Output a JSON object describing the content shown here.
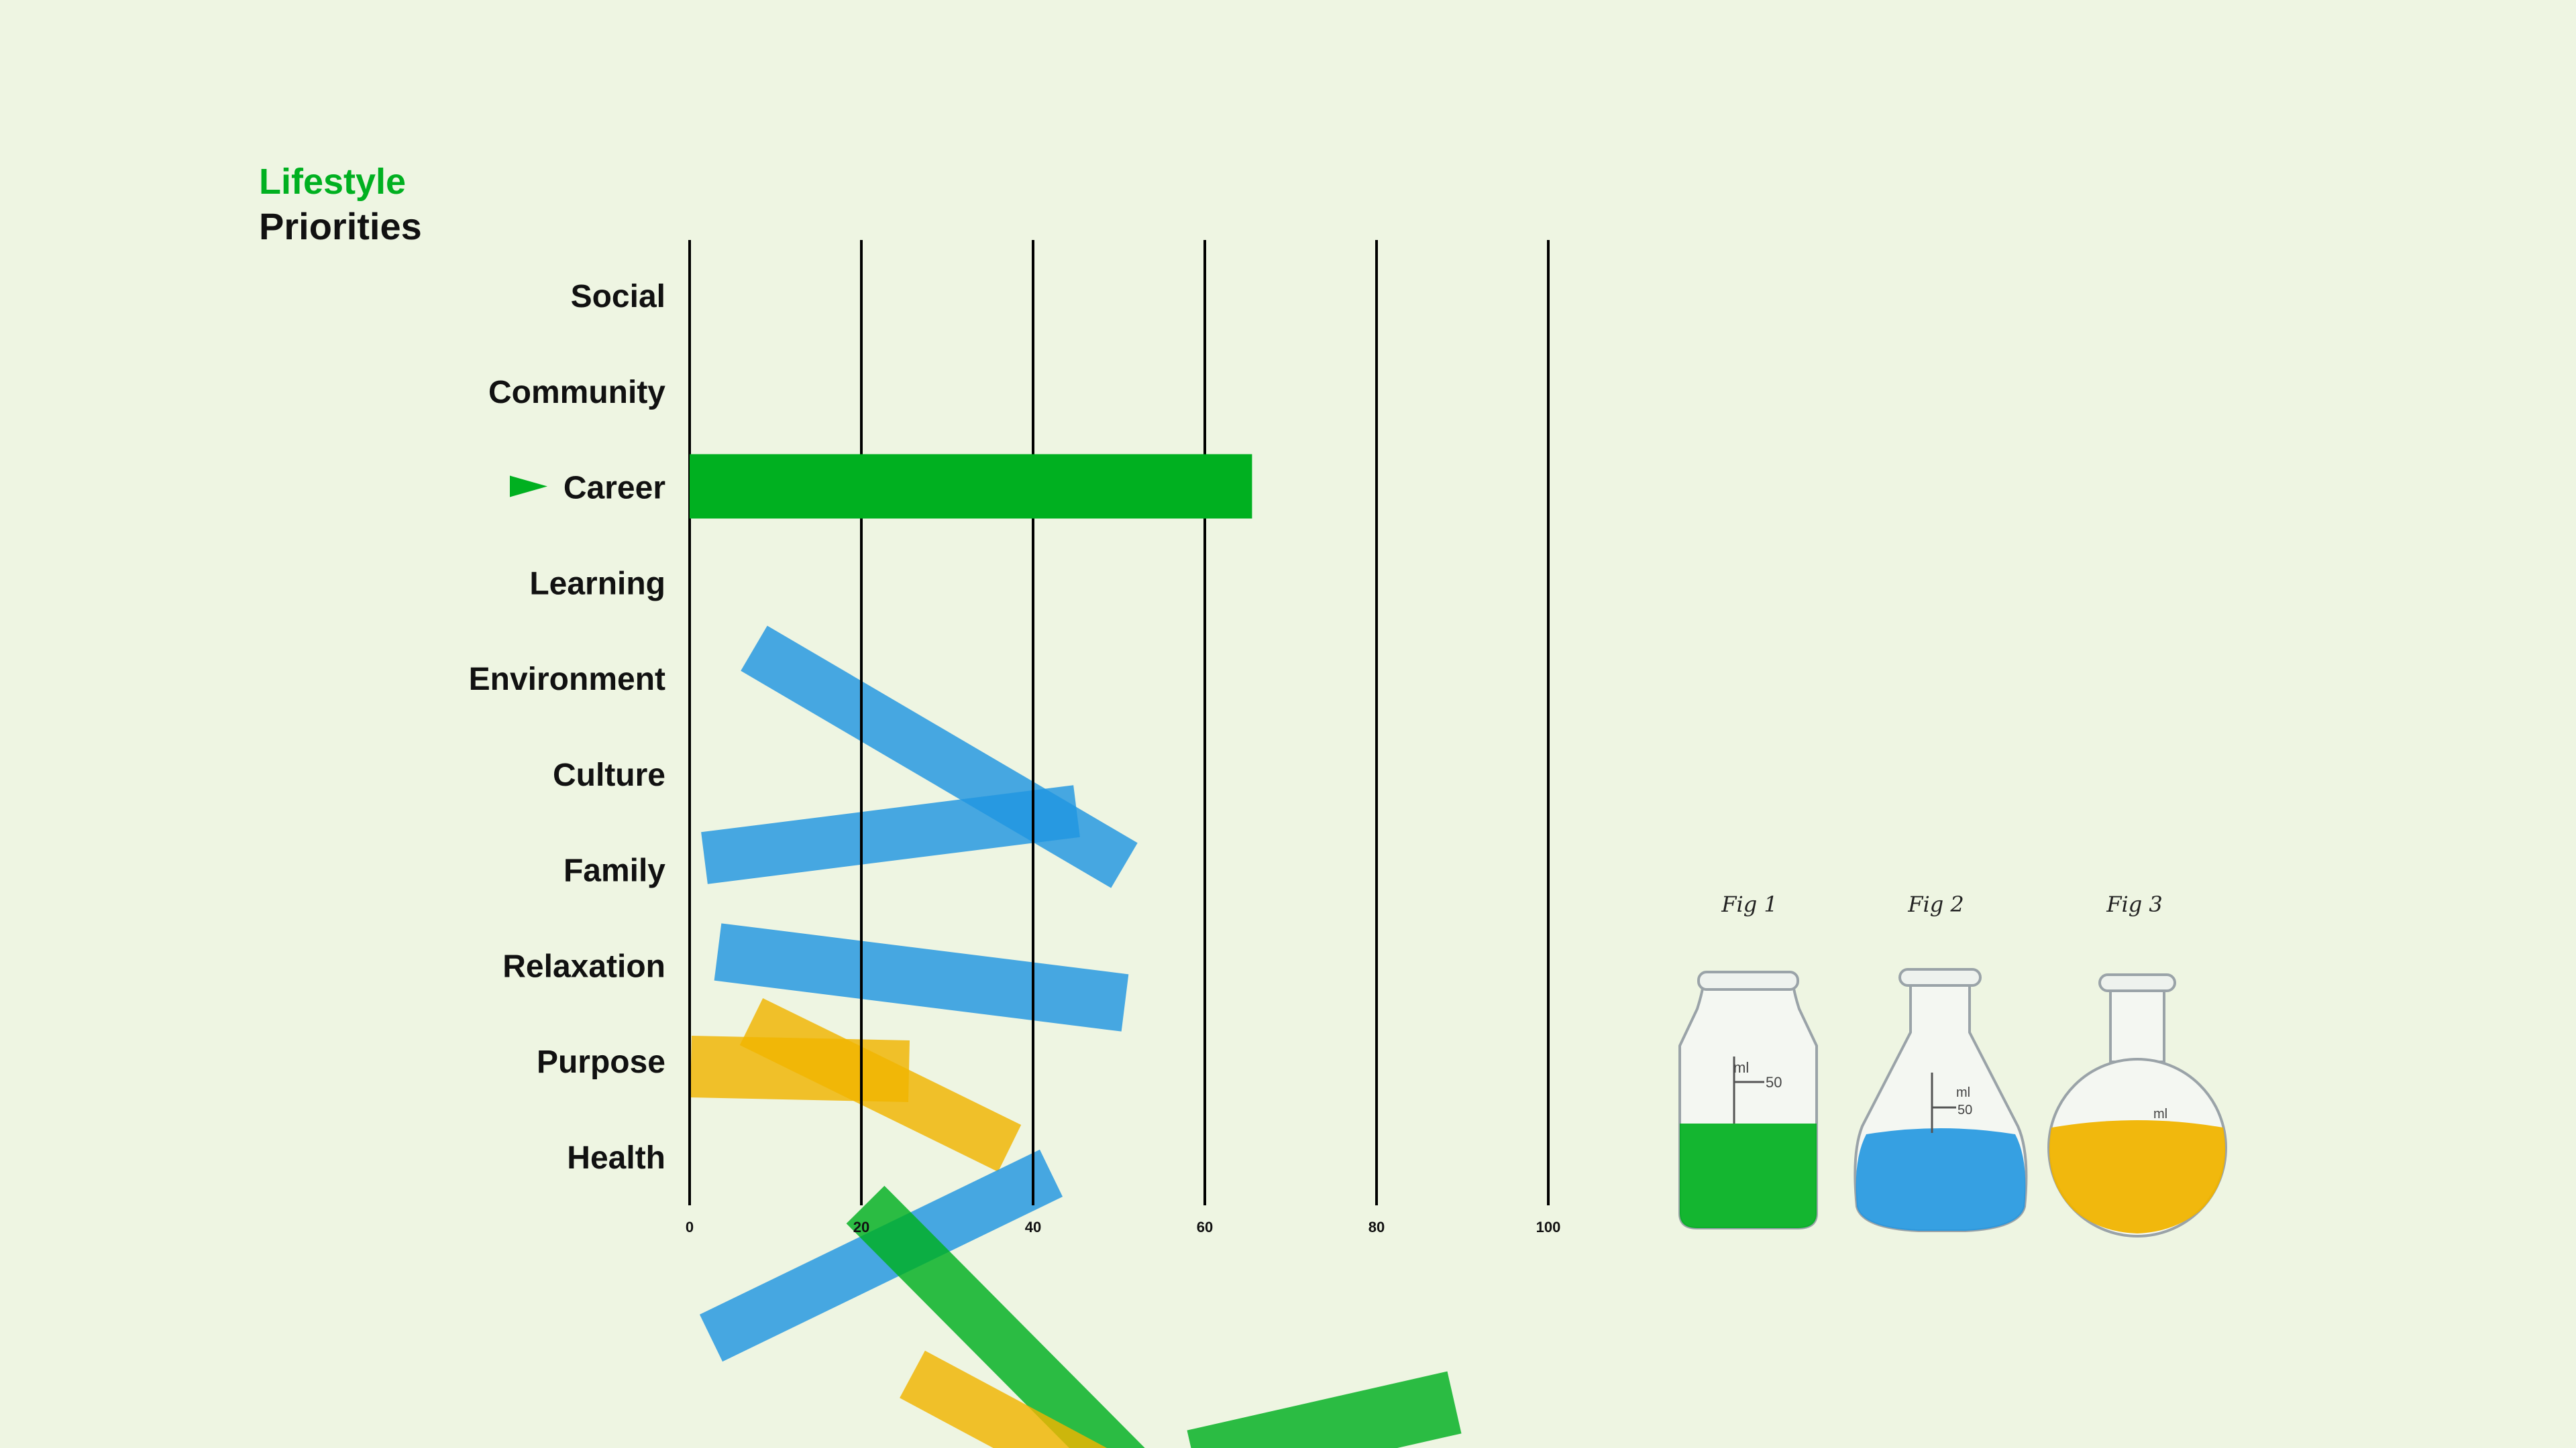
{
  "title": {
    "line1": "Lifestyle",
    "line2": "Priorities"
  },
  "colors": {
    "background": "#eef5e2",
    "green": "#00b020",
    "blue": "#2196e0",
    "yellow": "#f0b400",
    "gridline": "#000000",
    "text": "#111111"
  },
  "chart_data": {
    "type": "bar",
    "orientation": "horizontal",
    "categories": [
      "Social",
      "Community",
      "Career",
      "Learning",
      "Environment",
      "Culture",
      "Family",
      "Relaxation",
      "Purpose",
      "Health"
    ],
    "values": [
      0,
      0,
      65.5,
      0,
      0,
      0,
      0,
      0,
      0,
      0
    ],
    "highlighted_category": "Career",
    "xlim": [
      0,
      100
    ],
    "xticks": [
      "0",
      "20",
      "40",
      "60",
      "80",
      "100"
    ],
    "grid": true,
    "xlabel": "",
    "ylabel": ""
  },
  "figures": [
    {
      "label": "Fig 1",
      "liquid": "green",
      "unit": "ml",
      "mark": "50"
    },
    {
      "label": "Fig 2",
      "liquid": "blue",
      "unit": "ml",
      "mark": "50"
    },
    {
      "label": "Fig 3",
      "liquid": "yellow",
      "unit": "ml",
      "mark": ""
    }
  ]
}
